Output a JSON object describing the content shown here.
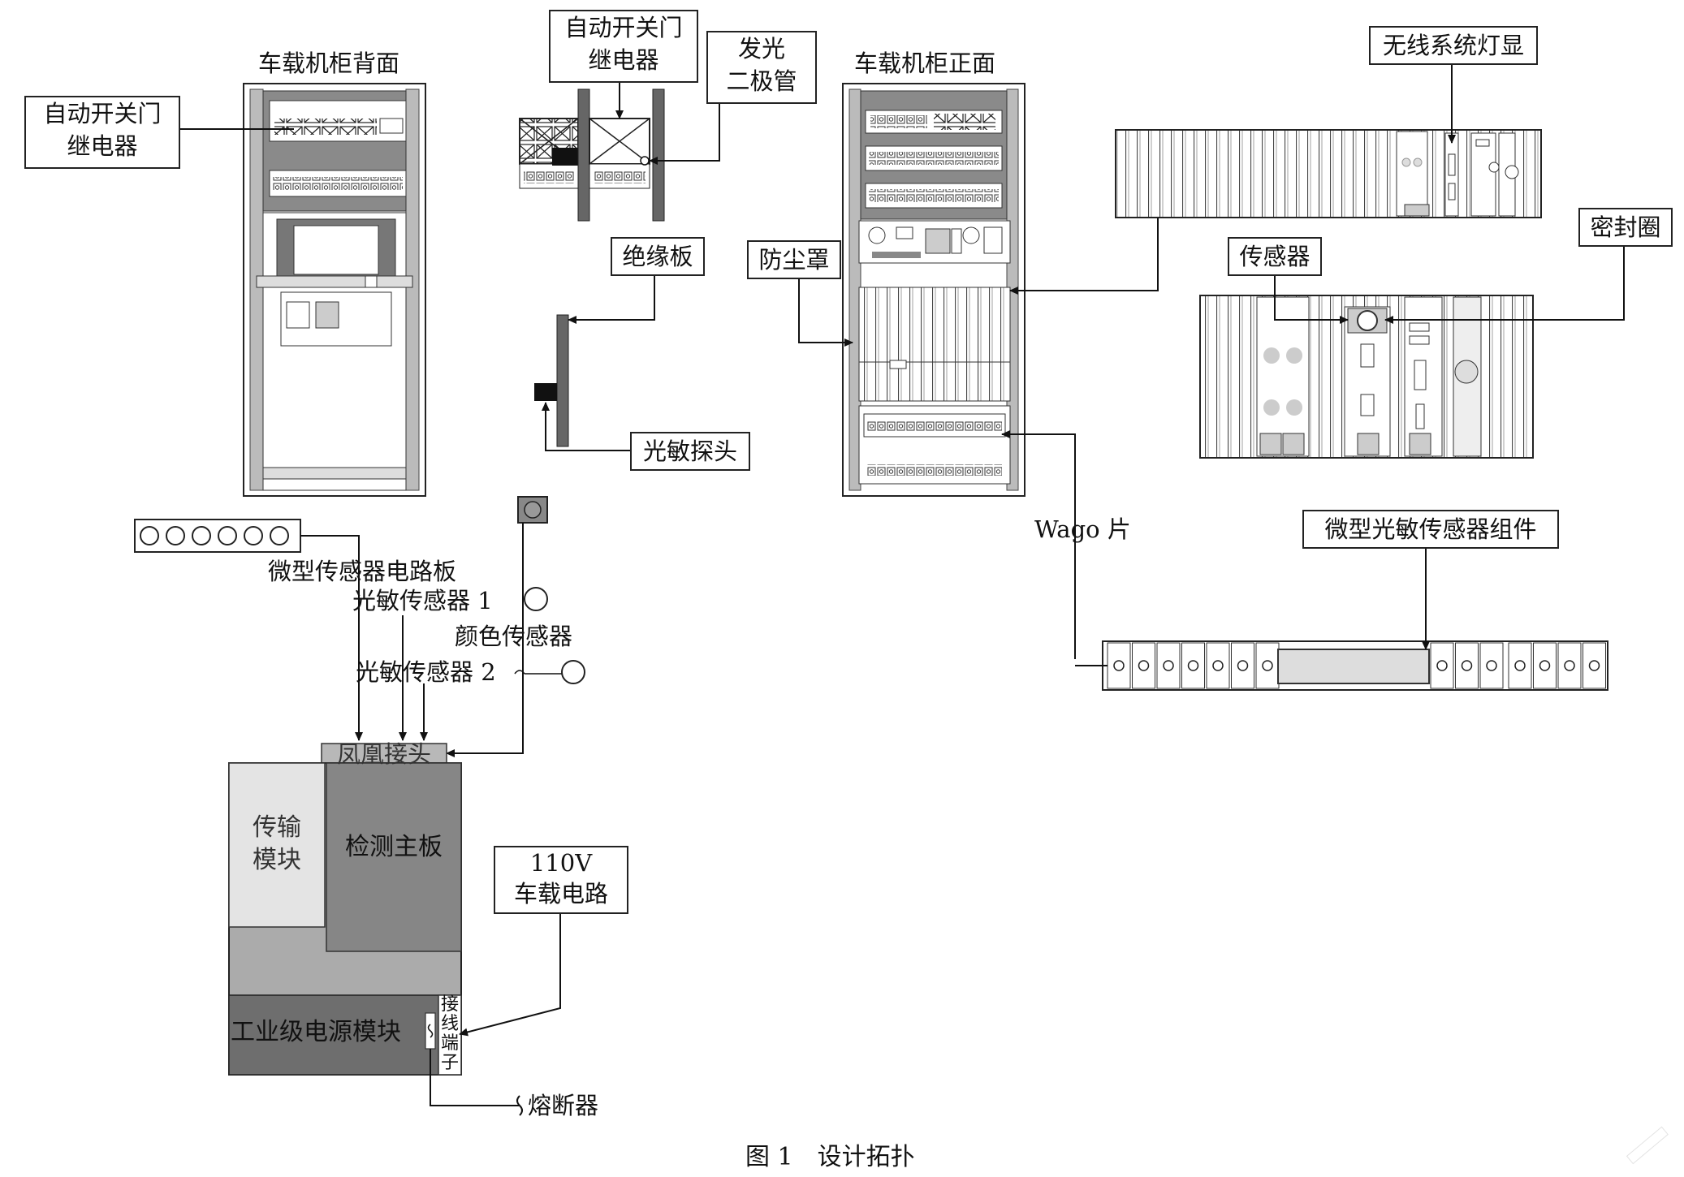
{
  "cabinet_back_title": "车载机柜背面",
  "cabinet_front_title": "车载机柜正面",
  "relay_left": [
    "自动开关门",
    "继电器"
  ],
  "relay_top": [
    "自动开关门",
    "继电器"
  ],
  "led": [
    "发光",
    "二极管"
  ],
  "insulation_board": "绝缘板",
  "photo_probe": "光敏探头",
  "dust_cover": "防尘罩",
  "wireless_light": "无线系统灯显",
  "sensor": "传感器",
  "seal_ring": "密封圈",
  "wago": "Wago 片",
  "micro_photo_assembly": "微型光敏传感器组件",
  "micro_sensor_board": "微型传感器电路板",
  "photo_sensor_1": "光敏传感器 1",
  "color_sensor": "颜色传感器",
  "photo_sensor_2": "光敏传感器 2",
  "phoenix_connector": "凤凰接头",
  "transmission_module": [
    "传输",
    "模块"
  ],
  "detection_board": "检测主板",
  "power_module": "工业级电源模块",
  "terminal": [
    "接",
    "线",
    "端",
    "子"
  ],
  "vehicle_power": [
    "110V",
    "车载电路"
  ],
  "fuse": "熔断器",
  "caption": "图 1　设计拓扑"
}
